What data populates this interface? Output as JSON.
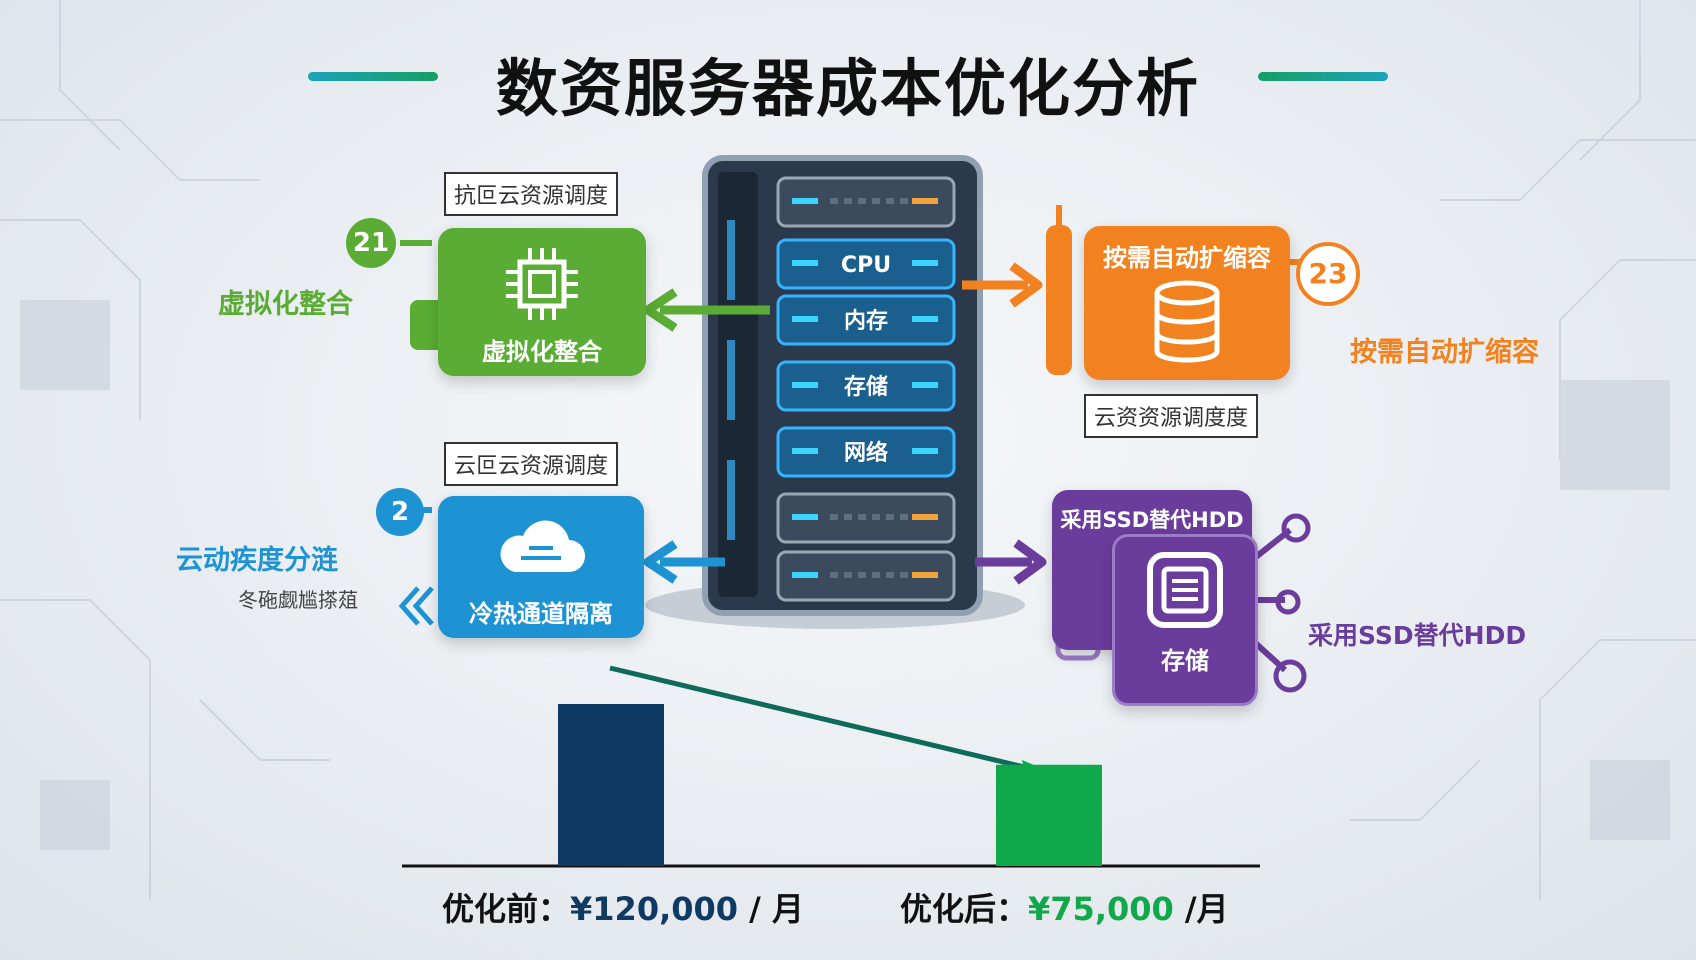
{
  "title": "数资服务器成本优化分析",
  "colors": {
    "green": "#5aac34",
    "orange": "#f2821f",
    "blue": "#1e93d4",
    "purple": "#6a3c9c",
    "navy": "#0e3a63",
    "barGreen": "#0fa84a",
    "teal": "#1aa3b8"
  },
  "server": {
    "slots": [
      "CPU",
      "内存",
      "存储",
      "网络"
    ]
  },
  "top_left": {
    "tag": "抗叵云资源调度",
    "card_label": "虚拟化整合",
    "side_label": "虚拟化整合",
    "badge": "21",
    "card_icon": "cpu-chip-icon"
  },
  "top_right": {
    "tag": "云资资源调度度",
    "card_title": "按需自动扩缩容",
    "side_label": "按需自动扩缩容",
    "badge": "23",
    "card_icon": "database-icon"
  },
  "bottom_left": {
    "tag": "云叵云资源调度",
    "card_label": "冷热通道隔离",
    "side_label": "云动疾度分涟",
    "side_sub": "冬砤觑尴搽葅",
    "badge": "2",
    "card_icon": "cloud-icon"
  },
  "bottom_right": {
    "card_title": "采用SSD替代HDD",
    "card_label": "存储",
    "side_label": "采用SSD替代HDD",
    "card_icon": "ssd-chip-icon"
  },
  "chart_data": {
    "type": "bar",
    "categories": [
      "优化前",
      "优化后"
    ],
    "values": [
      120000,
      75000
    ],
    "unit": "月",
    "labels": [
      {
        "prefix": "优化前：",
        "amount": "¥120,000",
        "suffix": " / 月"
      },
      {
        "prefix": "优化后：",
        "amount": "¥75,000",
        "suffix": " /月"
      }
    ],
    "ylim": [
      0,
      120000
    ],
    "grid": false,
    "colors": [
      "#0e3a63",
      "#0fa84a"
    ]
  }
}
